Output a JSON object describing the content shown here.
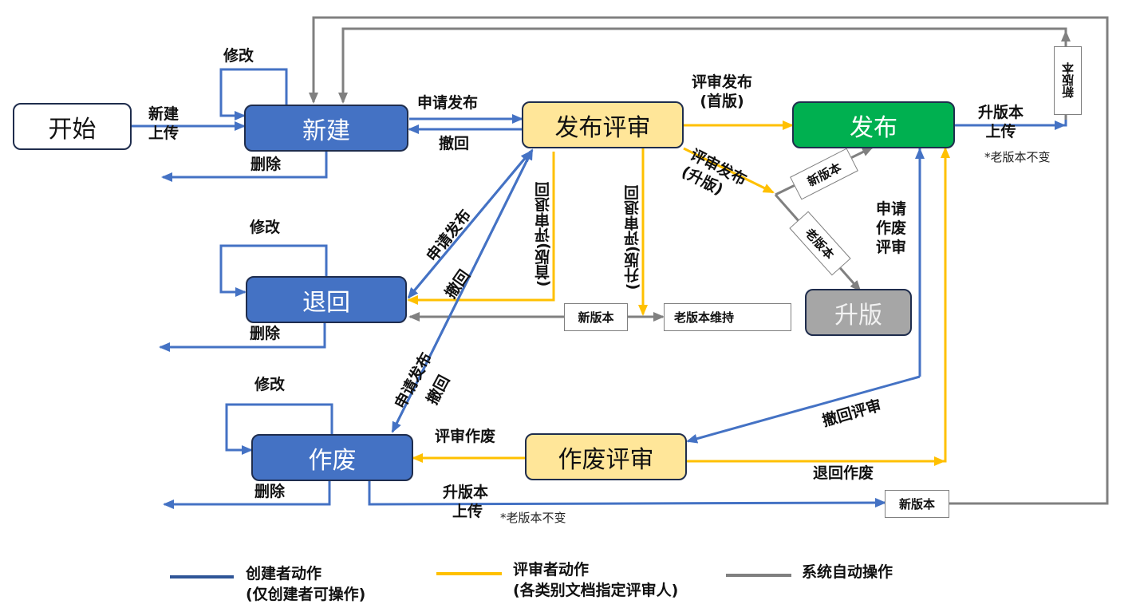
{
  "colors": {
    "creator": "#4472c4",
    "reviewer": "#ffc000",
    "system": "#808080",
    "node_blue": "#4472c4",
    "node_yellow": "#ffe699",
    "node_green": "#00b050",
    "node_gray": "#a6a6a6"
  },
  "nodes": {
    "start": "开始",
    "new": "新建",
    "publish_review": "发布评审",
    "published": "发布",
    "returned": "退回",
    "upgraded": "升版",
    "voided": "作废",
    "void_review": "作废评审"
  },
  "labels": {
    "create_upload": [
      "新建",
      "上传"
    ],
    "modify_new": "修改",
    "delete_new": "删除",
    "apply_publish_top": "申请发布",
    "withdraw_top": "撤回",
    "review_publish_first": [
      "评审发布",
      "(首版)"
    ],
    "review_publish_upgrade": [
      "评审发布",
      "(升版)"
    ],
    "upgrade_upload_pub": [
      "升版本",
      "上传"
    ],
    "old_version_unchanged_pub": "*老版本不变",
    "modify_returned": "修改",
    "delete_returned": "删除",
    "apply_publish_returned": "申请发布",
    "withdraw_returned": "撤回",
    "review_return_first": [
      "评审退回",
      "(首版)"
    ],
    "review_return_upgrade": [
      "评审退回",
      "(升版)"
    ],
    "apply_void_review": [
      "申请",
      "作废",
      "评审"
    ],
    "modify_voided": "修改",
    "delete_voided": "删除",
    "apply_publish_voided": "申请发布",
    "withdraw_voided": "撤回",
    "review_void": "评审作废",
    "withdraw_review": "撤回评审",
    "return_void": "退回作废",
    "upgrade_upload_void": [
      "升版本",
      "上传"
    ],
    "old_version_unchanged_void": "*老版本不变"
  },
  "boxes": {
    "new_version_top_right": "新版本",
    "new_version_diag": "新版本",
    "old_version_diag": "老版本",
    "new_version_mid": "新版本",
    "old_version_keep": "老版本维持",
    "new_version_bottom": "新版本"
  },
  "legend": [
    {
      "label": [
        "创建者动作",
        "(仅创建者可操作)"
      ],
      "color": "#2f5597"
    },
    {
      "label": [
        "评审者动作",
        "(各类别文档指定评审人)"
      ],
      "color": "#ffc000"
    },
    {
      "label": [
        "系统自动操作"
      ],
      "color": "#808080"
    }
  ]
}
